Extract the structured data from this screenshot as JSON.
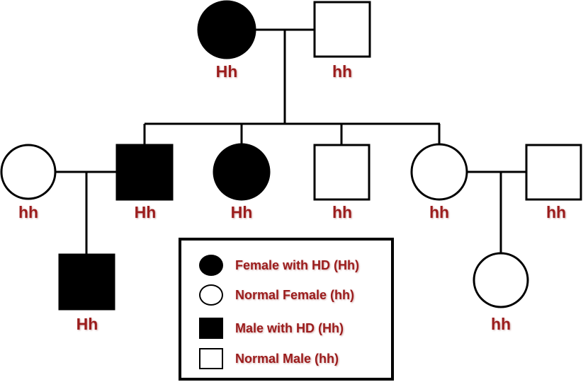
{
  "colors": {
    "label": "#9b1c1c",
    "affected": "#000000",
    "unaffected": "#ffffff"
  },
  "generation1": [
    {
      "sex": "female",
      "affected": true,
      "genotype": "Hh"
    },
    {
      "sex": "male",
      "affected": false,
      "genotype": "hh"
    }
  ],
  "generation2": [
    {
      "sex": "female",
      "affected": false,
      "genotype": "hh",
      "role": "spouse"
    },
    {
      "sex": "male",
      "affected": true,
      "genotype": "Hh"
    },
    {
      "sex": "female",
      "affected": true,
      "genotype": "Hh"
    },
    {
      "sex": "male",
      "affected": false,
      "genotype": "hh"
    },
    {
      "sex": "female",
      "affected": false,
      "genotype": "hh"
    },
    {
      "sex": "male",
      "affected": false,
      "genotype": "hh",
      "role": "spouse"
    }
  ],
  "generation3": [
    {
      "sex": "male",
      "affected": true,
      "genotype": "Hh"
    },
    {
      "sex": "female",
      "affected": false,
      "genotype": "hh"
    }
  ],
  "legend": [
    {
      "symbol": "filled-circle",
      "label": "Female with HD (Hh)"
    },
    {
      "symbol": "open-circle",
      "label": "Normal Female (hh)"
    },
    {
      "symbol": "filled-square",
      "label": "Male with HD (Hh)"
    },
    {
      "symbol": "open-square",
      "label": "Normal Male (hh)"
    }
  ]
}
